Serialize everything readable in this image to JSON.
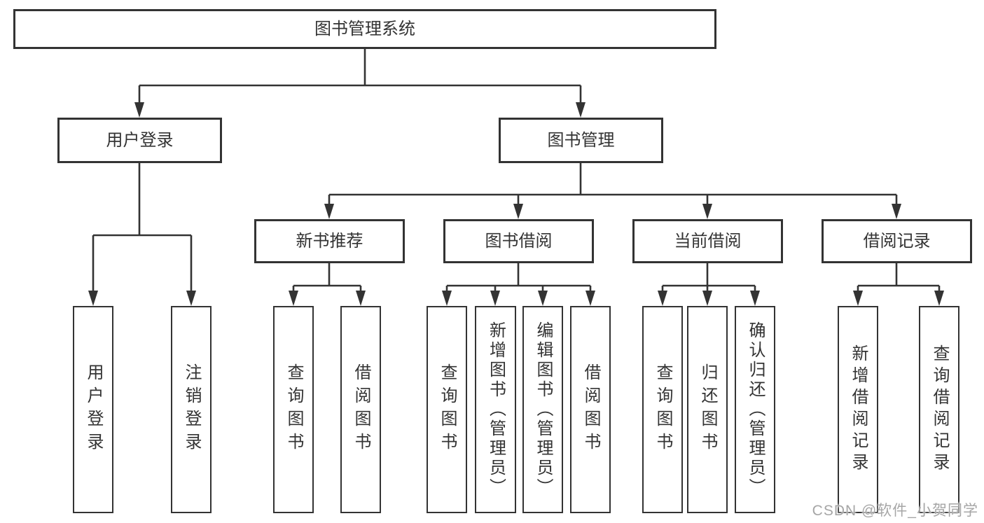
{
  "diagram": {
    "title": "图书管理系统",
    "level2": [
      "用户登录",
      "图书管理"
    ],
    "level3": [
      "新书推荐",
      "图书借阅",
      "当前借阅",
      "借阅记录"
    ],
    "leaves": [
      "用户登录",
      "注销登录",
      "查询图书",
      "借阅图书",
      "查询图书",
      "新增图书（管理员）",
      "编辑图书（管理员）",
      "借阅图书",
      "查询图书",
      "归还图书",
      "确认归还（管理员）",
      "新增借阅记录",
      "查询借阅记录"
    ],
    "watermark": "CSDN @软件_小贺同学",
    "colors": {
      "line": "#333333",
      "text": "#333333",
      "box_background": "#ffffff",
      "watermark": "#a6a6a6",
      "background": "#ffffff"
    }
  }
}
